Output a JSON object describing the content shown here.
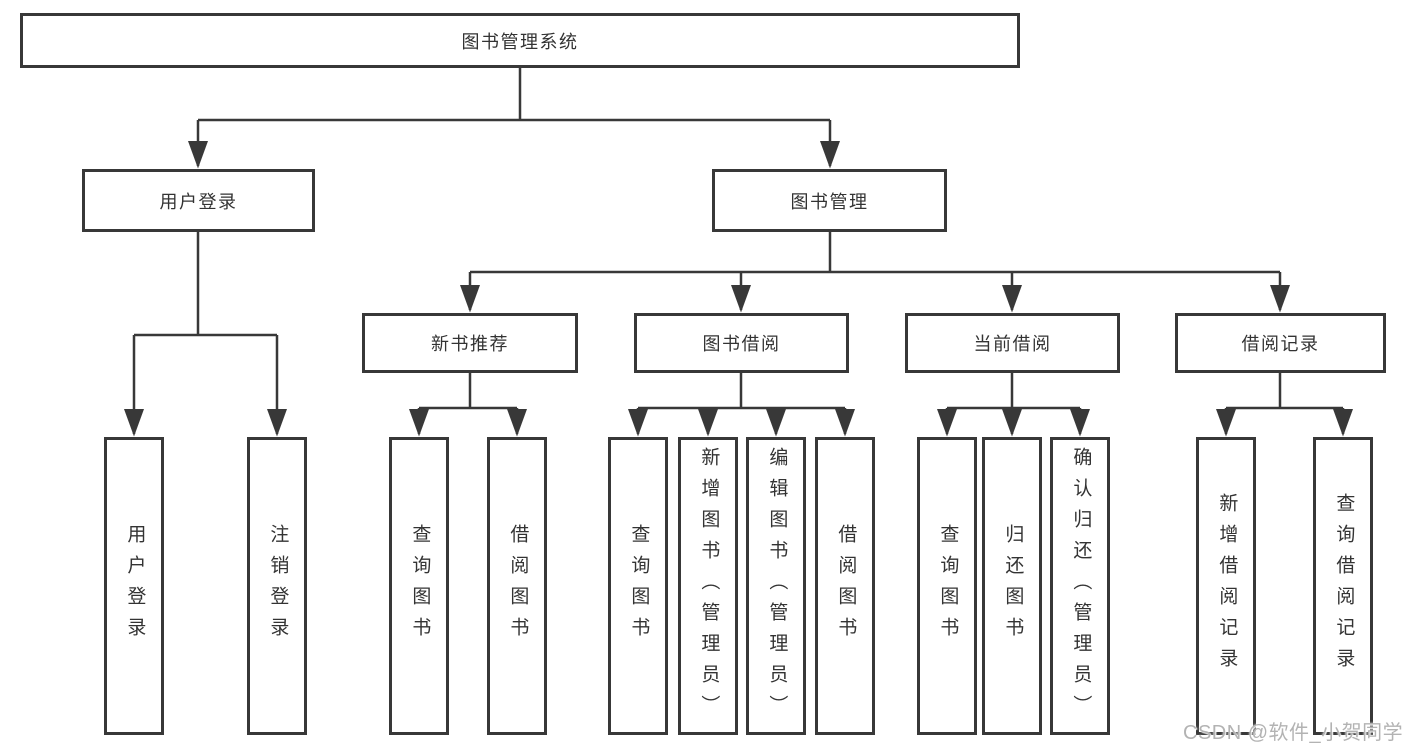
{
  "tree": {
    "root": "图书管理系统",
    "branches": [
      {
        "label": "用户登录",
        "children": [
          "用户登录",
          "注销登录"
        ]
      },
      {
        "label": "图书管理",
        "sections": [
          {
            "label": "新书推荐",
            "children": [
              "查询图书",
              "借阅图书"
            ]
          },
          {
            "label": "图书借阅",
            "children": [
              "查询图书",
              "新增图书（管理员）",
              "编辑图书（管理员）",
              "借阅图书"
            ]
          },
          {
            "label": "当前借阅",
            "children": [
              "查询图书",
              "归还图书",
              "确认归还（管理员）"
            ]
          },
          {
            "label": "借阅记录",
            "children": [
              "新增借阅记录",
              "查询借阅记录"
            ]
          }
        ]
      }
    ]
  },
  "watermark": "CSDN @软件_小贺同学",
  "colors": {
    "line": "#383838",
    "box_border": "#383838",
    "text": "#333333",
    "watermark_text": "#b3b3b3",
    "background": "#ffffff"
  }
}
